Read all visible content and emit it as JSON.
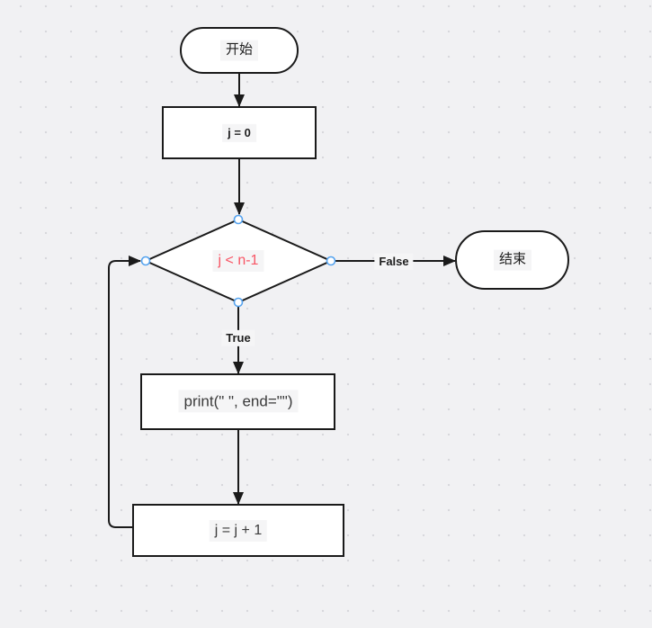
{
  "colors": {
    "canvas_background": "#f1f1f3",
    "grid_dot": "#d7d7db",
    "node_fill": "#ffffff",
    "node_stroke": "#1a1a1a",
    "edge": "#1a1a1a",
    "label_text": "#1f1f1f",
    "code_text": "#3b3b3b",
    "condition_text": "#f85565",
    "connection_point": "#55a3ef",
    "label_background": "#f5f5f6"
  },
  "nodes": {
    "start": {
      "label": "开始",
      "type": "terminator"
    },
    "init": {
      "label": "j = 0",
      "type": "process"
    },
    "condition": {
      "label": "j < n-1",
      "type": "decision"
    },
    "print": {
      "label": "print(\" \", end=\"\")",
      "type": "process"
    },
    "increment": {
      "label": "j = j + 1",
      "type": "process"
    },
    "end": {
      "label": "结束",
      "type": "terminator"
    }
  },
  "edges": [
    {
      "from": "start",
      "to": "init",
      "label": ""
    },
    {
      "from": "init",
      "to": "condition",
      "label": ""
    },
    {
      "from": "condition",
      "to": "end",
      "label": "False"
    },
    {
      "from": "condition",
      "to": "print",
      "label": "True"
    },
    {
      "from": "print",
      "to": "increment",
      "label": ""
    },
    {
      "from": "increment",
      "to": "condition",
      "label": ""
    }
  ]
}
